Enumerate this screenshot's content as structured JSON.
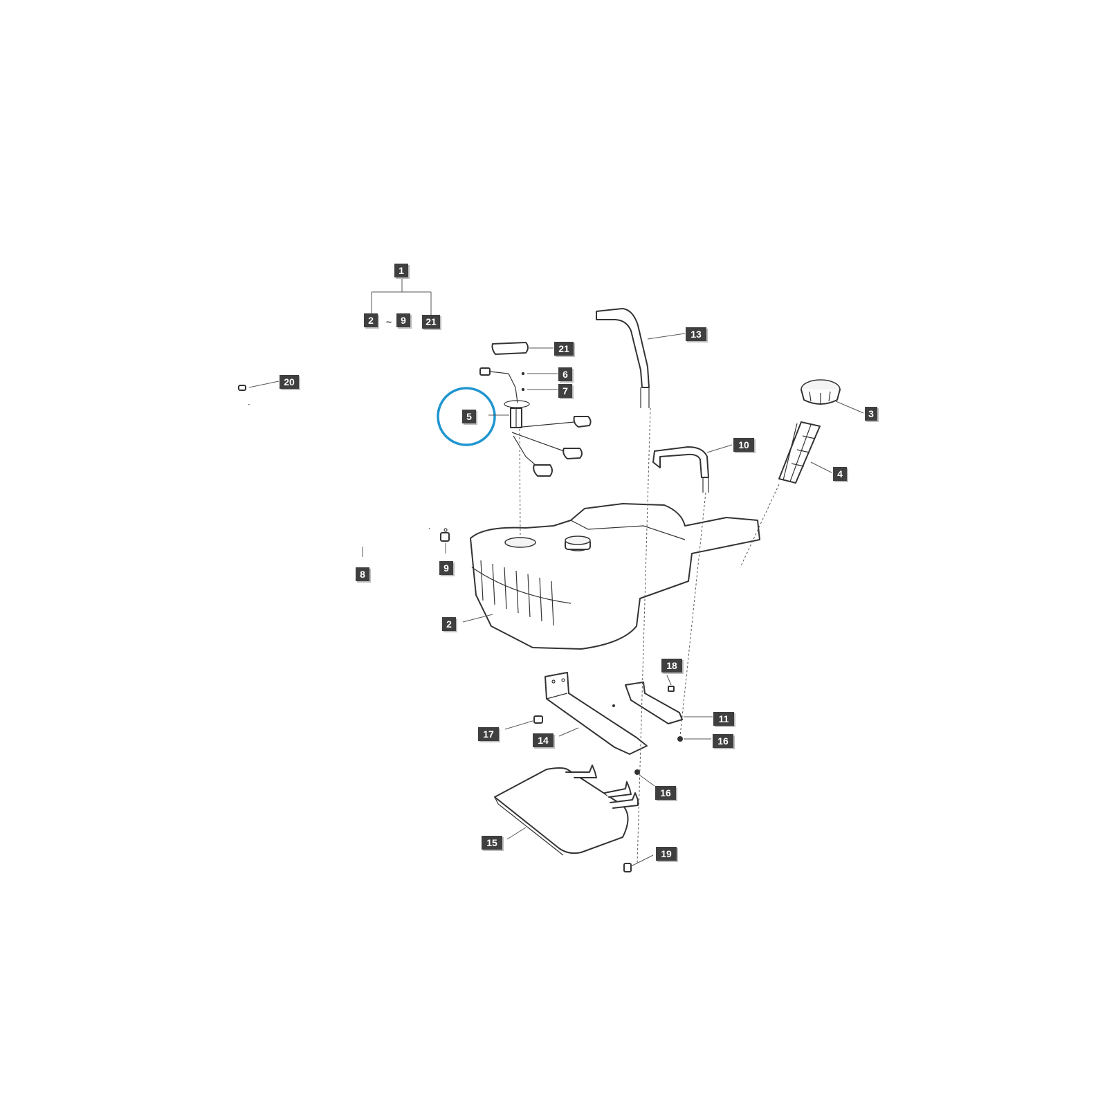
{
  "diagram": {
    "type": "exploded-parts-view",
    "assembly": {
      "parent": "1",
      "range_from": "2",
      "range_separator": "~",
      "range_to": "9",
      "extra": "21"
    },
    "labels": [
      {
        "id": "l20",
        "text": "20"
      },
      {
        "id": "l21",
        "text": "21"
      },
      {
        "id": "l6",
        "text": "6"
      },
      {
        "id": "l7",
        "text": "7"
      },
      {
        "id": "l5",
        "text": "5"
      },
      {
        "id": "l13",
        "text": "13"
      },
      {
        "id": "l3",
        "text": "3"
      },
      {
        "id": "l10",
        "text": "10"
      },
      {
        "id": "l4",
        "text": "4"
      },
      {
        "id": "l8",
        "text": "8"
      },
      {
        "id": "l9",
        "text": "9"
      },
      {
        "id": "l2",
        "text": "2"
      },
      {
        "id": "l18",
        "text": "18"
      },
      {
        "id": "l11",
        "text": "11"
      },
      {
        "id": "l17",
        "text": "17"
      },
      {
        "id": "l14",
        "text": "14"
      },
      {
        "id": "l16a",
        "text": "16"
      },
      {
        "id": "l16b",
        "text": "16"
      },
      {
        "id": "l15",
        "text": "15"
      },
      {
        "id": "l19",
        "text": "19"
      }
    ],
    "highlight": {
      "label": "5",
      "color": "#1f95cf"
    },
    "colors": {
      "label_bg": "#3f3f3f",
      "label_text": "#ffffff",
      "highlight": "#1f95cf",
      "line": "#333333"
    }
  }
}
